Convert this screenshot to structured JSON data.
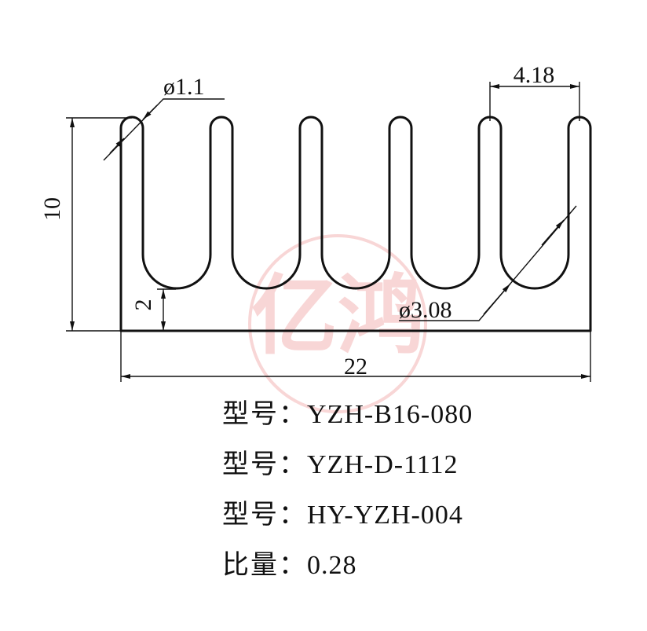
{
  "watermark": {
    "text": "亿鸿",
    "color": "#f4b6b6"
  },
  "drawing": {
    "stroke_color": "#111111",
    "dimensions": {
      "width": "22",
      "height": "10",
      "base_thickness": "2",
      "fin_pitch": "4.18",
      "tip_diameter": "ø1.1",
      "root_diameter": "ø3.08"
    }
  },
  "specs": [
    {
      "label": "型号：",
      "value": "YZH-B16-080"
    },
    {
      "label": "型号：",
      "value": "YZH-D-1112"
    },
    {
      "label": "型号：",
      "value": "HY-YZH-004"
    },
    {
      "label": "比量：",
      "value": "0.28"
    }
  ]
}
